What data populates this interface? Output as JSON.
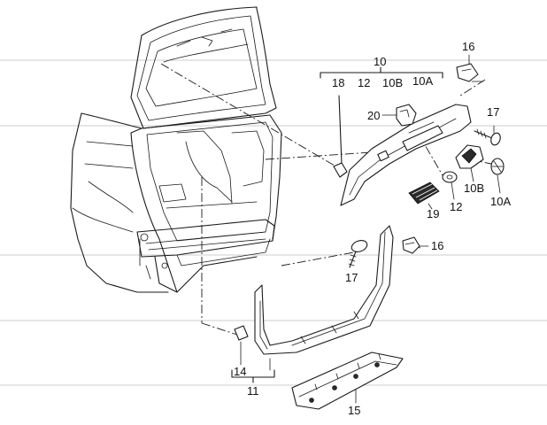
{
  "callouts": {
    "c10": "10",
    "c12a": "12",
    "c10b_top": "10B",
    "c10a_top": "10A",
    "c18": "18",
    "c16a": "16",
    "c20": "20",
    "c17a": "17",
    "c10b": "10B",
    "c10a": "10A",
    "c19": "19",
    "c12b": "12",
    "c17b": "17",
    "c16b": "16",
    "c14": "14",
    "c11": "11",
    "c15": "15"
  }
}
